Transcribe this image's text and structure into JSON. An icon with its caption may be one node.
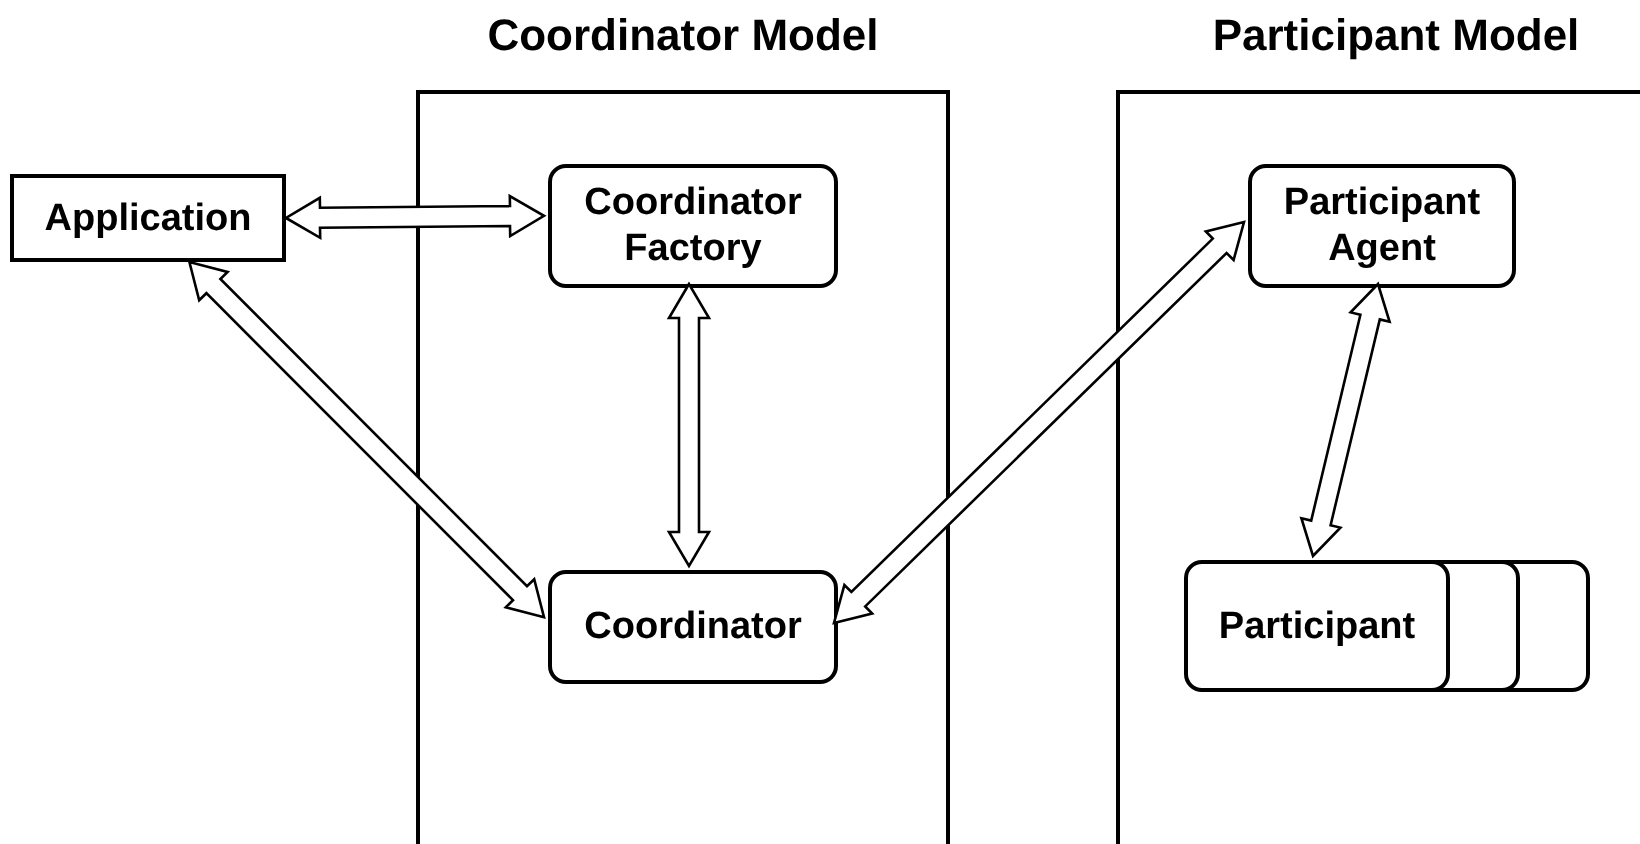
{
  "diagram": {
    "nodes": [
      {
        "text": [
          "Application"
        ]
      },
      {
        "text": [
          "Coordinator Model"
        ]
      },
      {
        "text": [
          "Coordinator Factory"
        ],
        "in": 1
      },
      {
        "text": [
          "Coordinator"
        ],
        "in": 1
      },
      {
        "text": [
          "Participant Model"
        ]
      },
      {
        "text": [
          "Participant Agent"
        ],
        "in": 4
      },
      {
        "text": [
          "Participant"
        ],
        "in": 4
      }
    ],
    "edges": [
      {
        "from": 0,
        "to": 2,
        "arrow": "both"
      },
      {
        "from": 0,
        "to": 3,
        "arrow": "both"
      },
      {
        "from": 2,
        "to": 3,
        "arrow": "both"
      },
      {
        "from": 3,
        "to": 5,
        "arrow": "both"
      },
      {
        "from": 5,
        "to": 6,
        "arrow": "both"
      }
    ]
  }
}
